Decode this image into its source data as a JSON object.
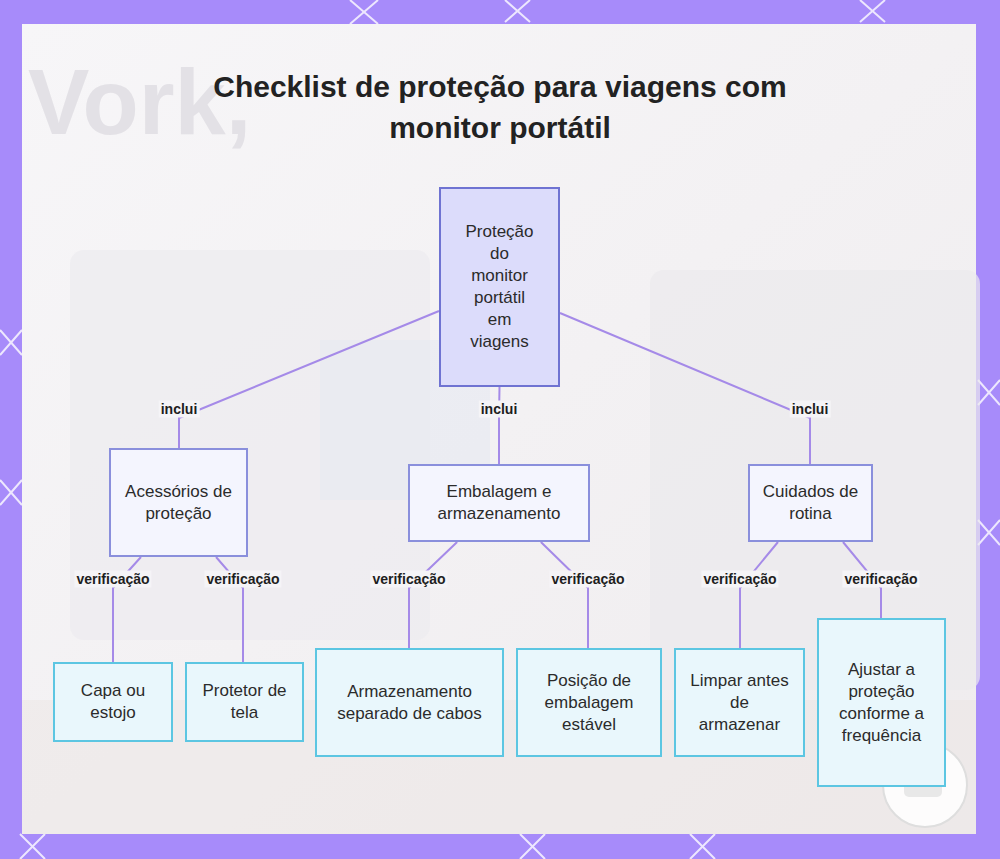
{
  "diagram": {
    "title": "Checklist de proteção para viagens com monitor portátil",
    "nodes": [
      {
        "text": [
          "Proteção do monitor portátil em viagens"
        ]
      },
      {
        "text": [
          "Acessórios de proteção"
        ]
      },
      {
        "text": [
          "Embalagem e armazenamento"
        ]
      },
      {
        "text": [
          "Cuidados de rotina"
        ]
      },
      {
        "text": [
          "Capa ou estojo"
        ]
      },
      {
        "text": [
          "Protetor de tela"
        ]
      },
      {
        "text": [
          "Armazenamento separado de cabos"
        ]
      },
      {
        "text": [
          "Posição de embalagem estável"
        ]
      },
      {
        "text": [
          "Limpar antes de armazenar"
        ]
      },
      {
        "text": [
          "Ajustar a proteção conforme a frequência"
        ]
      }
    ],
    "edges": [
      {
        "from": 0,
        "to": 1,
        "label": "inclui",
        "arrow": "none"
      },
      {
        "from": 0,
        "to": 2,
        "label": "inclui",
        "arrow": "none"
      },
      {
        "from": 0,
        "to": 3,
        "label": "inclui",
        "arrow": "none"
      },
      {
        "from": 1,
        "to": 4,
        "label": "verificação",
        "arrow": "none"
      },
      {
        "from": 1,
        "to": 5,
        "label": "verificação",
        "arrow": "none"
      },
      {
        "from": 2,
        "to": 6,
        "label": "verificação",
        "arrow": "none"
      },
      {
        "from": 2,
        "to": 7,
        "label": "verificação",
        "arrow": "none"
      },
      {
        "from": 3,
        "to": 8,
        "label": "verificação",
        "arrow": "none"
      },
      {
        "from": 3,
        "to": 9,
        "label": "verificação",
        "arrow": "none"
      }
    ],
    "labels": [
      "Vork,"
    ]
  }
}
